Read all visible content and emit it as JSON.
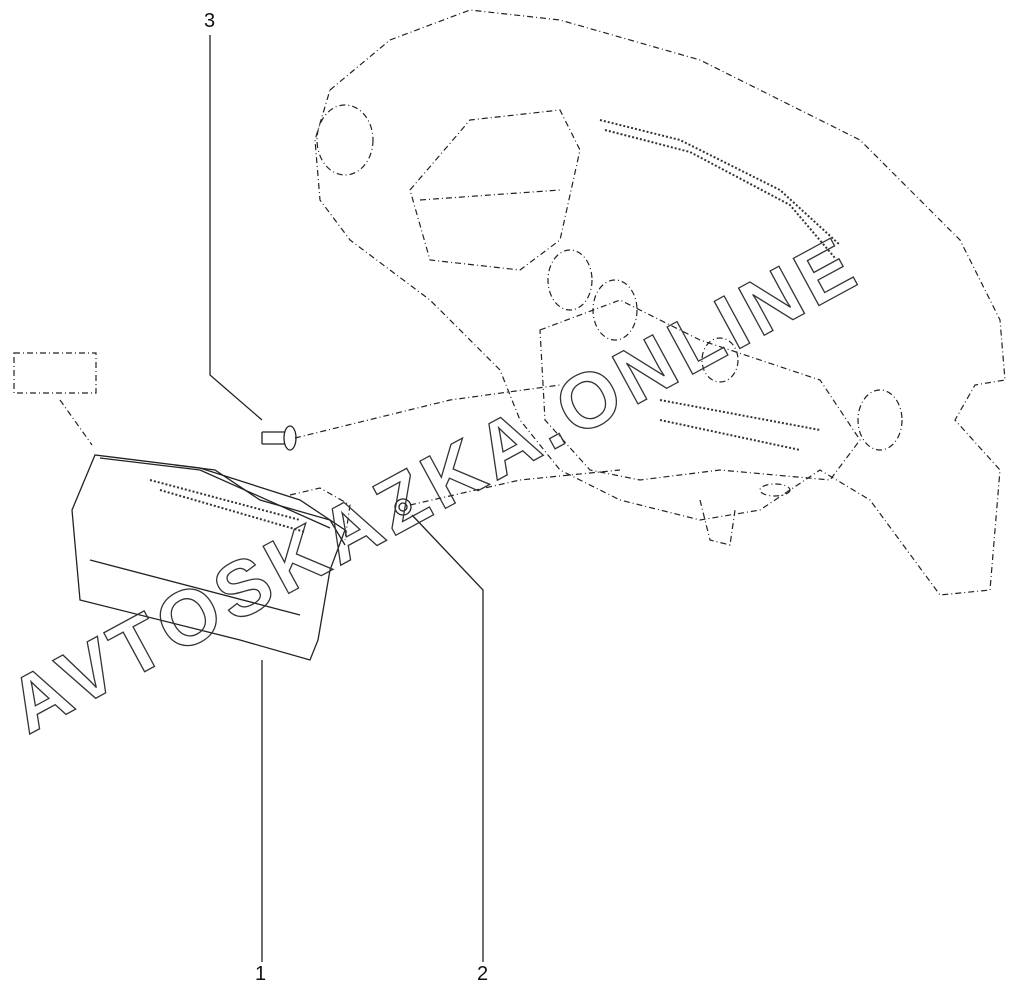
{
  "callouts": {
    "part1": "1",
    "part2": "2",
    "part3": "3"
  },
  "watermark": "AVTOSKAZKA.ONLINE"
}
